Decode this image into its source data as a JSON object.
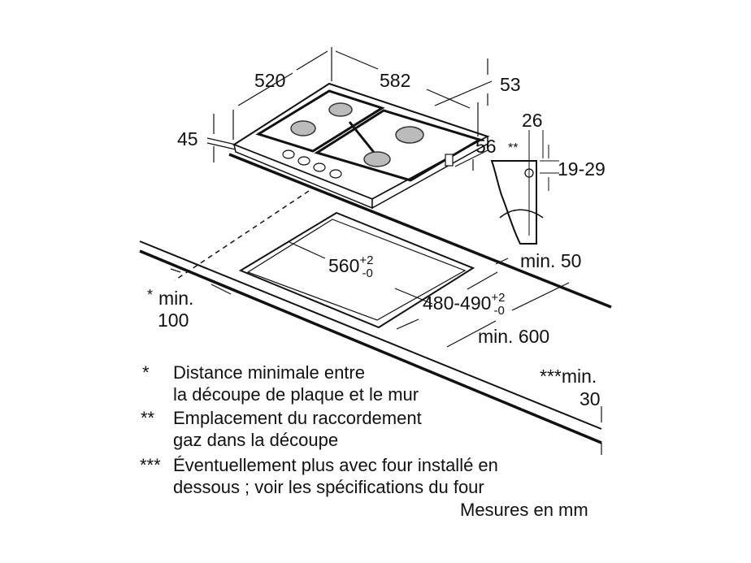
{
  "dimensions": {
    "depth": "520",
    "width": "582",
    "rear_offset": "53",
    "height": "45",
    "side_offset": "56",
    "gas_offset": "26",
    "gas_marker": "**",
    "gas_height": "19-29",
    "cutout_width": "560",
    "cutout_width_tol_plus": "+2",
    "cutout_width_tol_minus": "-0",
    "cutout_depth": "480-490",
    "cutout_depth_tol_plus": "+2",
    "cutout_depth_tol_minus": "-0",
    "min_back": "min. 50",
    "min_front": "min. 600",
    "min_wall_star": "*",
    "min_wall_line1": "min.",
    "min_wall_line2": "100",
    "min_below_line1": "***min.",
    "min_below_line2": "30"
  },
  "notes": [
    {
      "mark": "*",
      "lines": [
        "Distance minimale entre",
        "la découpe de plaque et le mur"
      ]
    },
    {
      "mark": "**",
      "lines": [
        "Emplacement du raccordement",
        "gaz dans la découpe"
      ]
    },
    {
      "mark": "***",
      "lines": [
        "Éventuellement plus avec four installé en",
        "dessous ; voir les spécifications du four"
      ]
    }
  ],
  "units": "Mesures en mm"
}
